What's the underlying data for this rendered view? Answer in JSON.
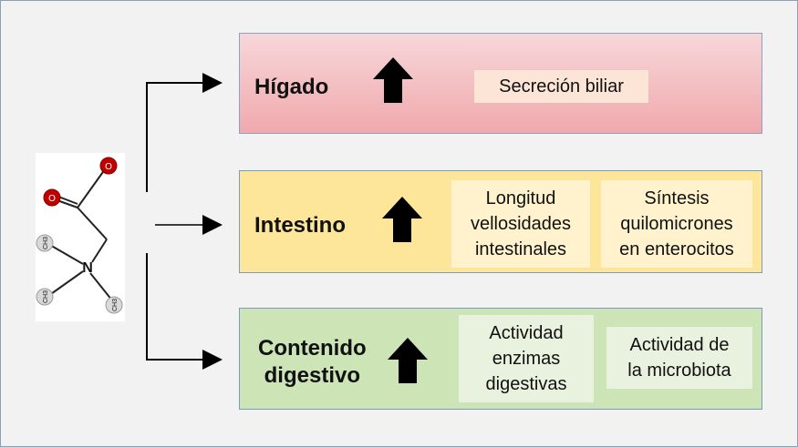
{
  "molecule": {
    "atoms": {
      "oxygen_left": "O",
      "oxygen_right": "O",
      "oxygen_right_charge": "-",
      "nitrogen": "N",
      "methyl": "CH3"
    }
  },
  "organs": {
    "liver": {
      "label": "Hígado",
      "effects": [
        "Secreción biliar"
      ]
    },
    "intestine": {
      "label": "Intestino",
      "effects": [
        "Longitud\nvellosidades\nintestinales",
        "Síntesis\nquilomicrones\nen enterocitos"
      ]
    },
    "digestive": {
      "label": "Contenido\ndigestivo",
      "effects": [
        "Actividad\nenzimas\ndigestivas",
        "Actividad de\nla microbiota"
      ]
    }
  },
  "icons": {
    "increase": "arrow-up-icon",
    "flow": "arrow-right-icon"
  },
  "colors": {
    "liver": "#f0a9ad",
    "intestine": "#fde59a",
    "digestive": "#cde4b7",
    "oxygen": "#c00000"
  }
}
